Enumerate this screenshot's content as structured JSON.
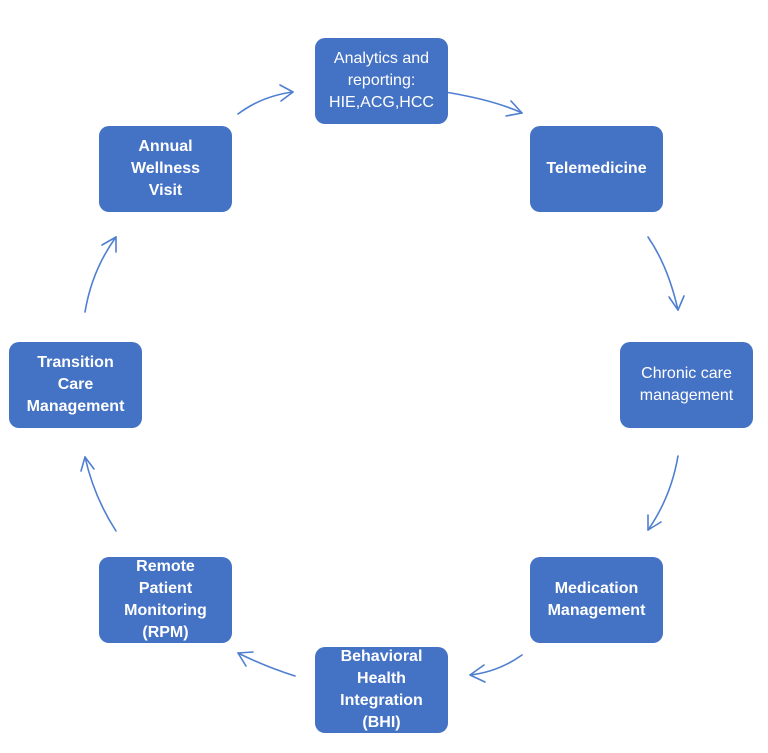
{
  "nodes": {
    "analytics": {
      "label": "Analytics and\nreporting:\nHIE,ACG,HCC"
    },
    "telemedicine": {
      "label": "Telemedicine"
    },
    "chronic_care": {
      "label": "Chronic care\nmanagement"
    },
    "medication": {
      "label": "Medication\nManagement"
    },
    "behavioral": {
      "label": "Behavioral\nHealth\nIntegration\n(BHI)"
    },
    "rpm": {
      "label": "Remote\nPatient\nMonitoring\n(RPM)"
    },
    "transition": {
      "label": "Transition\nCare\nManagement"
    },
    "annual": {
      "label": "Annual\nWellness\nVisit"
    }
  },
  "colors": {
    "node_fill": "#4472c4",
    "node_text": "#ffffff",
    "arrow": "#4f7fd0"
  }
}
